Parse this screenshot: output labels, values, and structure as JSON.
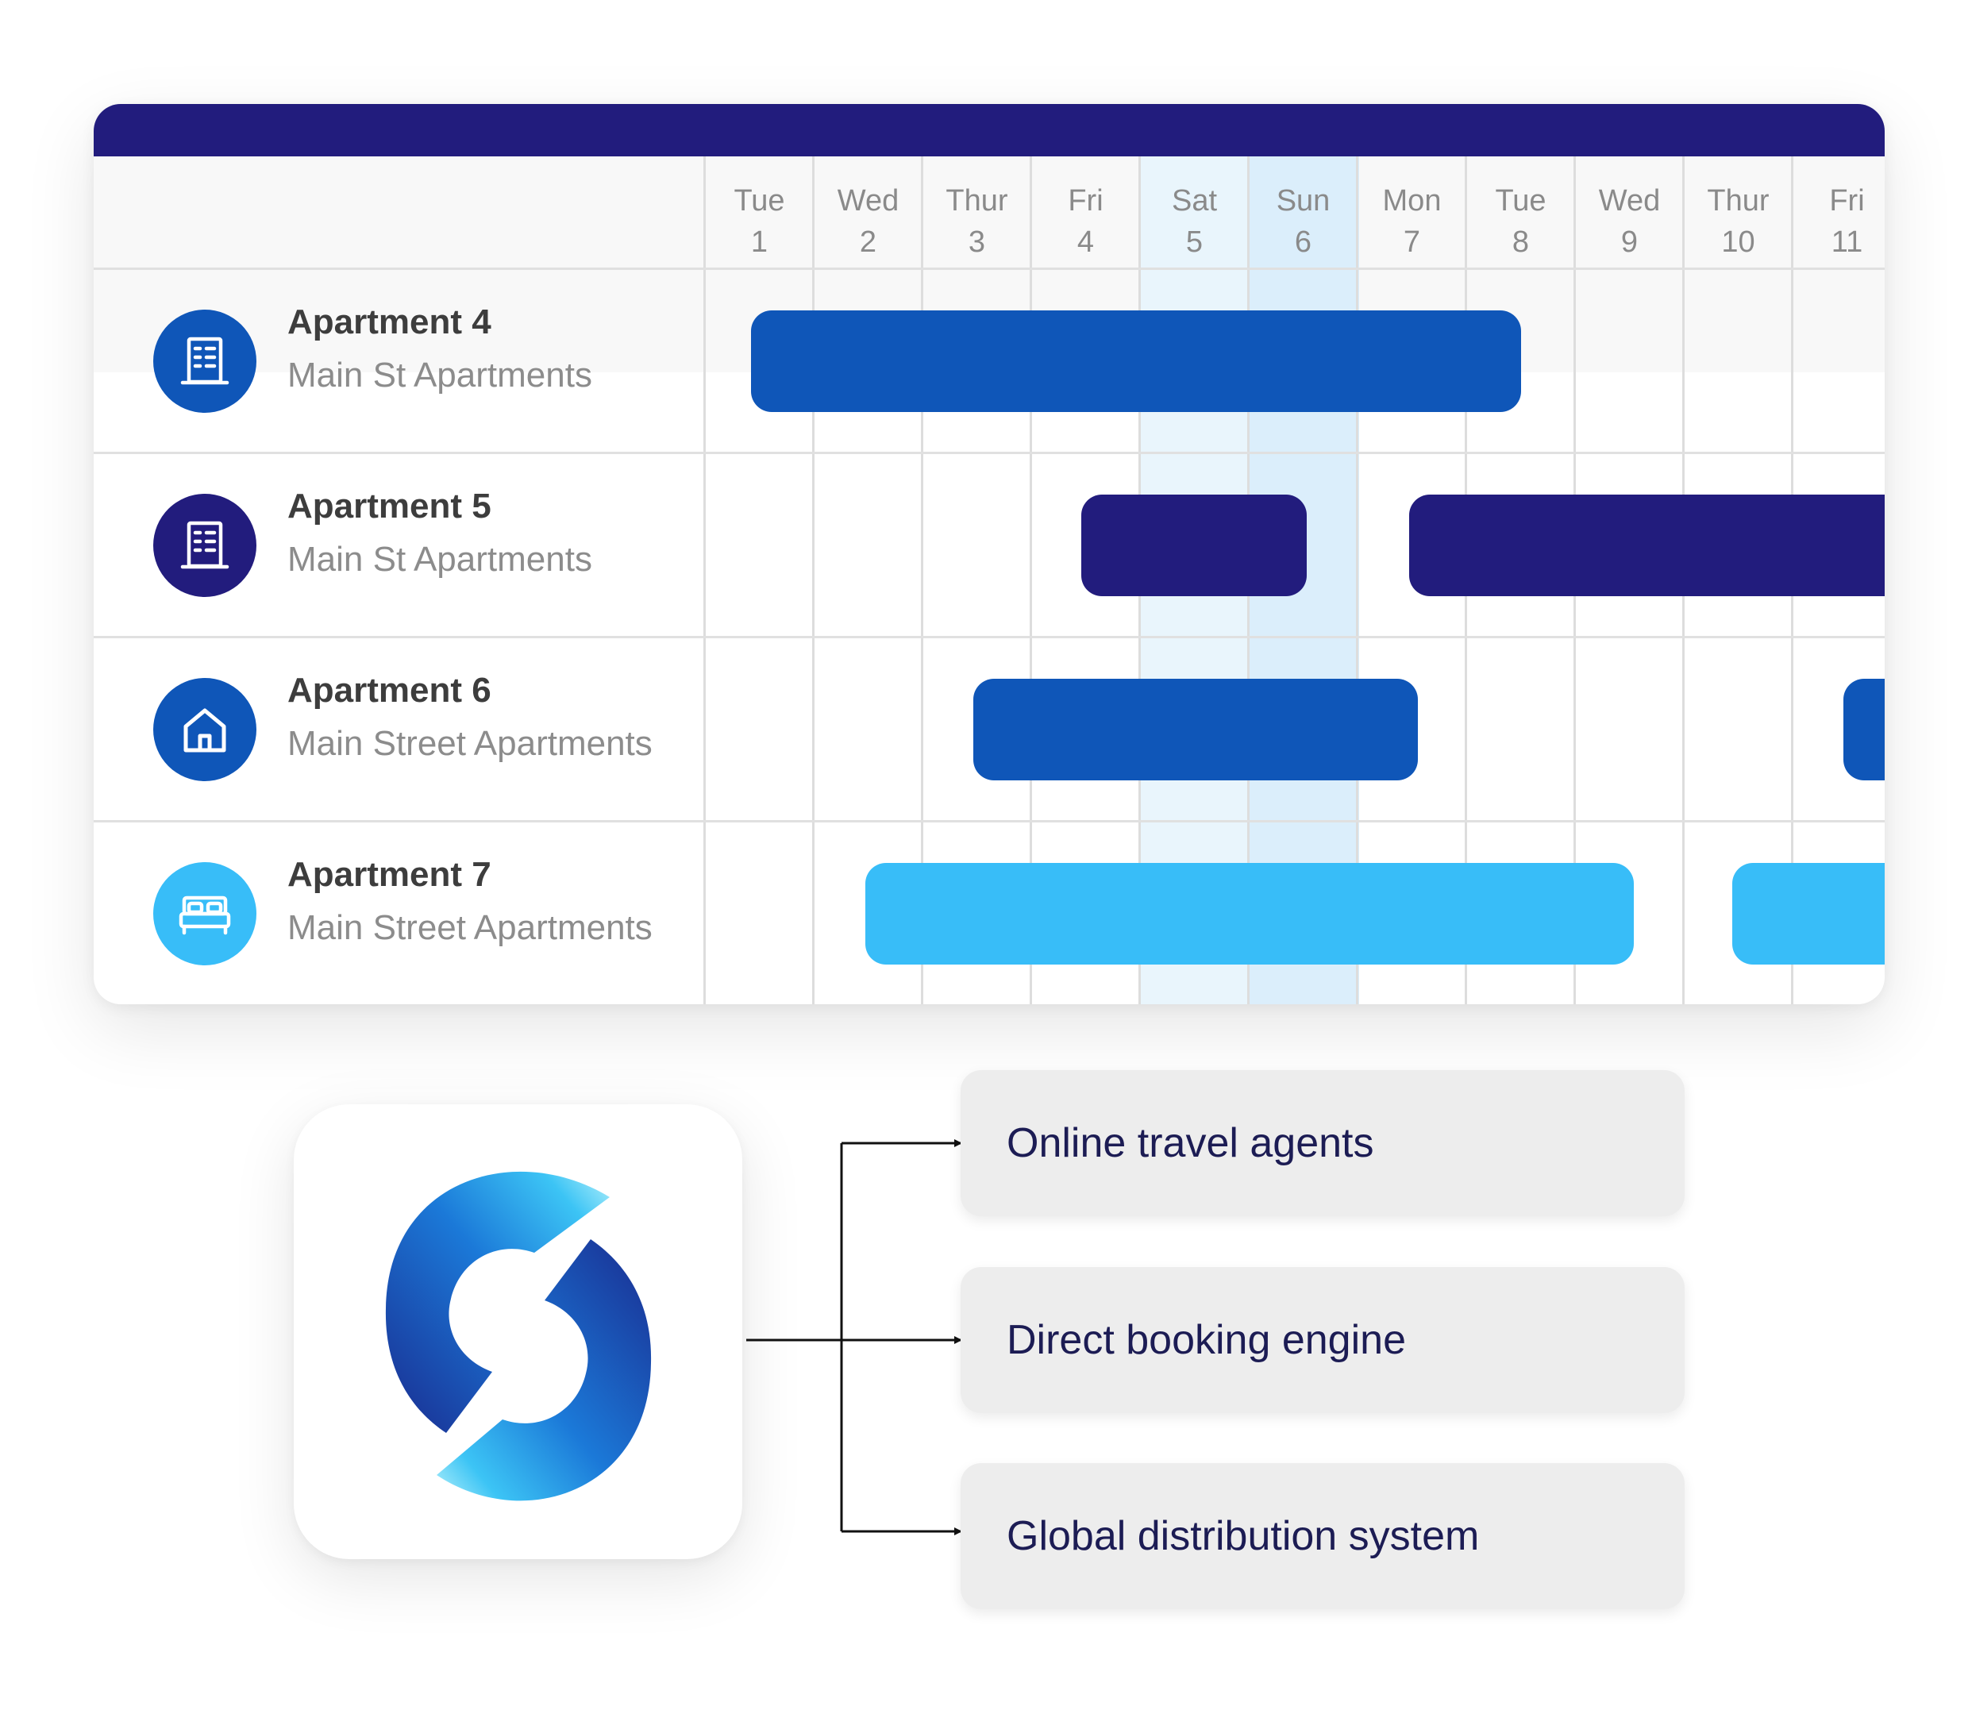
{
  "calendar": {
    "days": [
      {
        "dow": "Tue",
        "num": "1"
      },
      {
        "dow": "Wed",
        "num": "2"
      },
      {
        "dow": "Thur",
        "num": "3"
      },
      {
        "dow": "Fri",
        "num": "4"
      },
      {
        "dow": "Sat",
        "num": "5"
      },
      {
        "dow": "Sun",
        "num": "6"
      },
      {
        "dow": "Mon",
        "num": "7"
      },
      {
        "dow": "Tue",
        "num": "8"
      },
      {
        "dow": "Wed",
        "num": "9"
      },
      {
        "dow": "Thur",
        "num": "10"
      },
      {
        "dow": "Fri",
        "num": "11"
      }
    ],
    "apartments": [
      {
        "name": "Apartment 4",
        "building": "Main St Apartments",
        "icon": "building-icon",
        "color": "#0f56b8"
      },
      {
        "name": "Apartment 5",
        "building": "Main St Apartments",
        "icon": "building-icon",
        "color": "#221c7d"
      },
      {
        "name": "Apartment 6",
        "building": "Main Street Apartments",
        "icon": "house-icon",
        "color": "#0f56b8"
      },
      {
        "name": "Apartment 7",
        "building": "Main Street Apartments",
        "icon": "bed-icon",
        "color": "#38bdf8"
      }
    ],
    "colors": {
      "header_bar": "#221c7d",
      "weekend_sat": "#e9f5fc",
      "weekend_sun": "#dbeefb"
    }
  },
  "channels": {
    "items": [
      {
        "label": "Online travel agents"
      },
      {
        "label": "Direct booking engine"
      },
      {
        "label": "Global distribution system"
      }
    ]
  },
  "logo": {
    "icon": "sync-logo-icon"
  }
}
